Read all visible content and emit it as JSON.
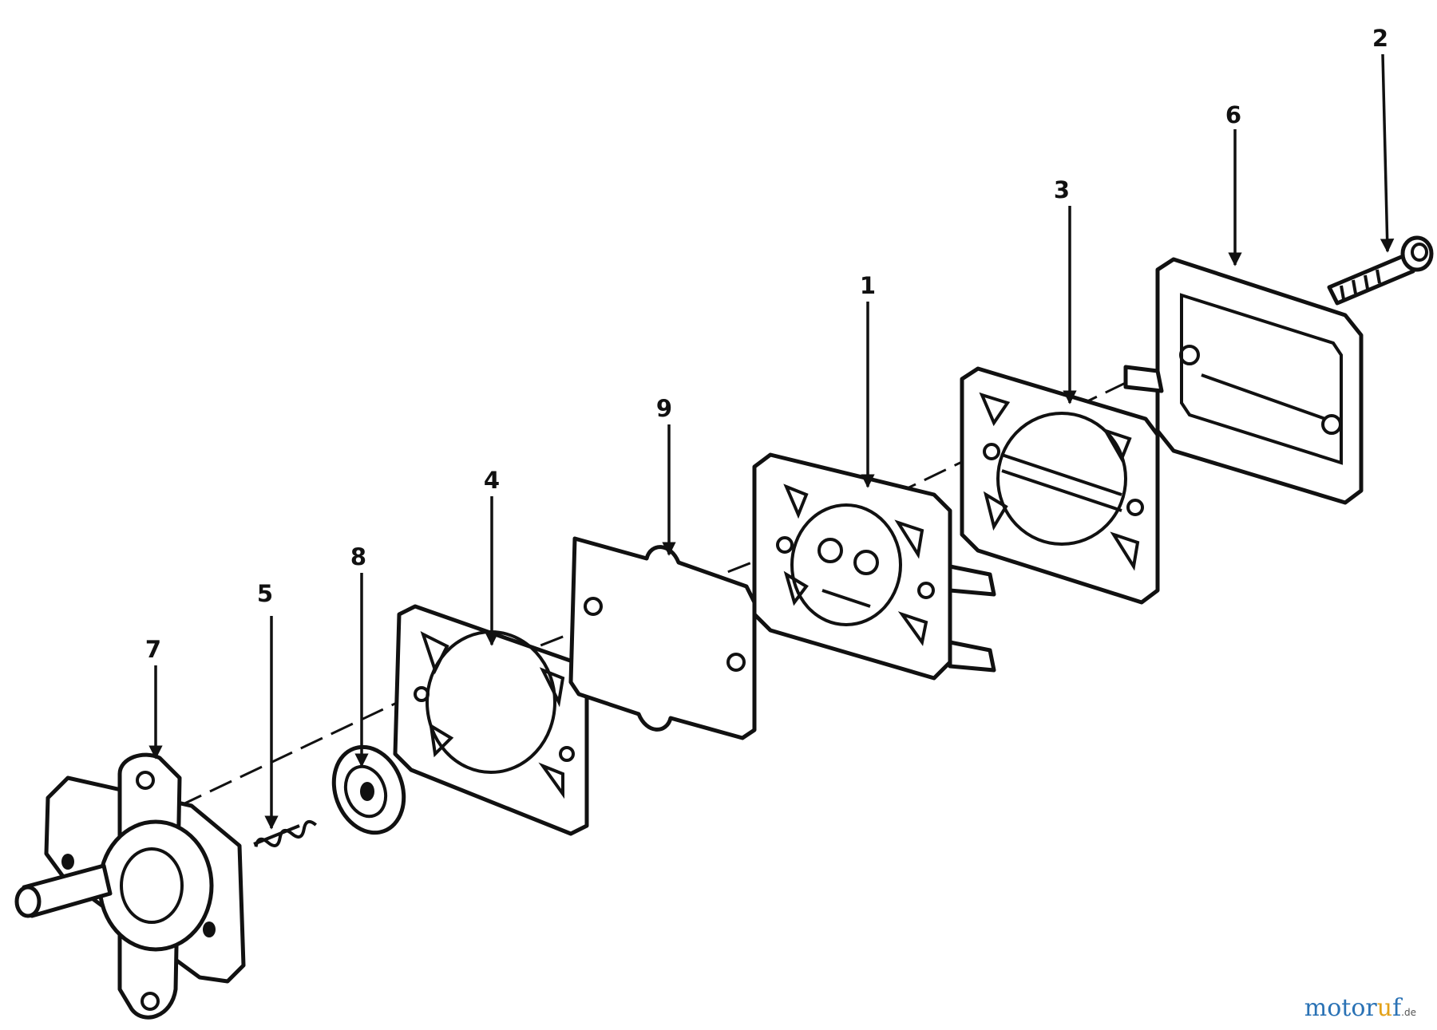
{
  "diagram": {
    "callouts": [
      {
        "id": "1",
        "label": "1"
      },
      {
        "id": "2",
        "label": "2"
      },
      {
        "id": "3",
        "label": "3"
      },
      {
        "id": "4",
        "label": "4"
      },
      {
        "id": "5",
        "label": "5"
      },
      {
        "id": "6",
        "label": "6"
      },
      {
        "id": "7",
        "label": "7"
      },
      {
        "id": "8",
        "label": "8"
      },
      {
        "id": "9",
        "label": "9"
      }
    ]
  },
  "watermark": {
    "main": "motor",
    "accent": "u",
    "tail": "f",
    "suffix": ".de"
  },
  "colors": {
    "line": "#111111",
    "background": "#ffffff",
    "watermark_blue": "#2a72b5",
    "watermark_orange": "#e3a21a"
  }
}
